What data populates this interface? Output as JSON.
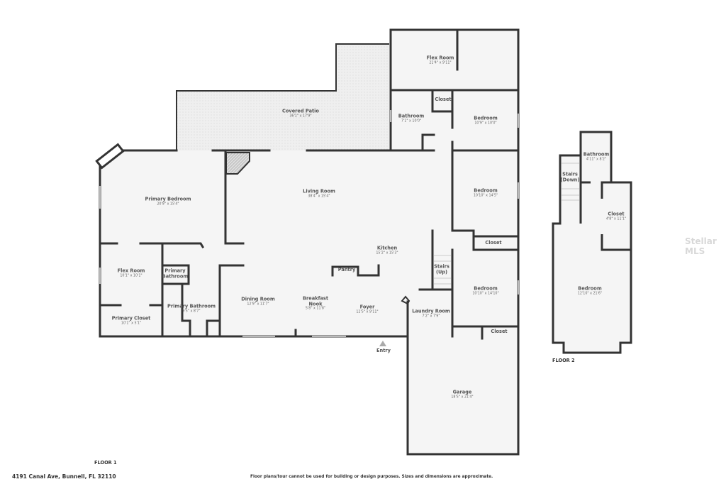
{
  "address": "4191 Canal Ave, Bunnell, FL 32110",
  "disclaimer": "Floor plans/tour cannot be used for building or design purposes. Sizes and dimensions are approximate.",
  "watermark": "Stellar MLS",
  "colors": {
    "wall": "#333333",
    "floor": "#f5f5f5",
    "patio": "#ececec"
  },
  "floor1": {
    "label": "FLOOR 1",
    "entry": "Entry",
    "fireplace": "Fireplace",
    "rooms": [
      {
        "name": "Covered Patio",
        "dims": "36'1\" x 17'9\""
      },
      {
        "name": "Flex Room",
        "dims": "21'4\" x 9'11\""
      },
      {
        "name": "Bathroom",
        "dims": "7'1\" x 10'0\""
      },
      {
        "name": "Closet",
        "dims": ""
      },
      {
        "name": "Bedroom",
        "dims": "10'9\" x 10'0\""
      },
      {
        "name": "Primary Bedroom",
        "dims": "20'9\" x 15'4\""
      },
      {
        "name": "Living Room",
        "dims": "38'4\" x 15'4\""
      },
      {
        "name": "Bedroom",
        "dims": "10'10\" x 14'5\""
      },
      {
        "name": "Closet",
        "dims": ""
      },
      {
        "name": "Kitchen",
        "dims": "15'2\" x 15'3\""
      },
      {
        "name": "Flex Room",
        "dims": "10'1\" x 10'1\""
      },
      {
        "name": "Primary Bathroom",
        "dims": ""
      },
      {
        "name": "Pantry",
        "dims": ""
      },
      {
        "name": "Stairs (Up)",
        "dims": ""
      },
      {
        "name": "Bedroom",
        "dims": "10'10\" x 14'10\""
      },
      {
        "name": "Dining Room",
        "dims": "12'9\" x 11'7\""
      },
      {
        "name": "Breakfast Nook",
        "dims": "5'8\" x 11'8\""
      },
      {
        "name": "Primary Bathroom",
        "dims": "9'5\" x 8'7\""
      },
      {
        "name": "Foyer",
        "dims": "12'5\" x 9'11\""
      },
      {
        "name": "Laundry Room",
        "dims": "7'2\" x 7'9\""
      },
      {
        "name": "Primary Closet",
        "dims": "10'1\" x 5'1\""
      },
      {
        "name": "Closet",
        "dims": ""
      },
      {
        "name": "Garage",
        "dims": "18'5\" x 21'4\""
      }
    ]
  },
  "floor2": {
    "label": "FLOOR 2",
    "rooms": [
      {
        "name": "Bathroom",
        "dims": "4'11\" x 8'2\""
      },
      {
        "name": "Stairs (Down)",
        "dims": ""
      },
      {
        "name": "Closet",
        "dims": "4'8\" x 11'1\""
      },
      {
        "name": "Bedroom",
        "dims": "12'10\" x 21'6\""
      }
    ]
  }
}
